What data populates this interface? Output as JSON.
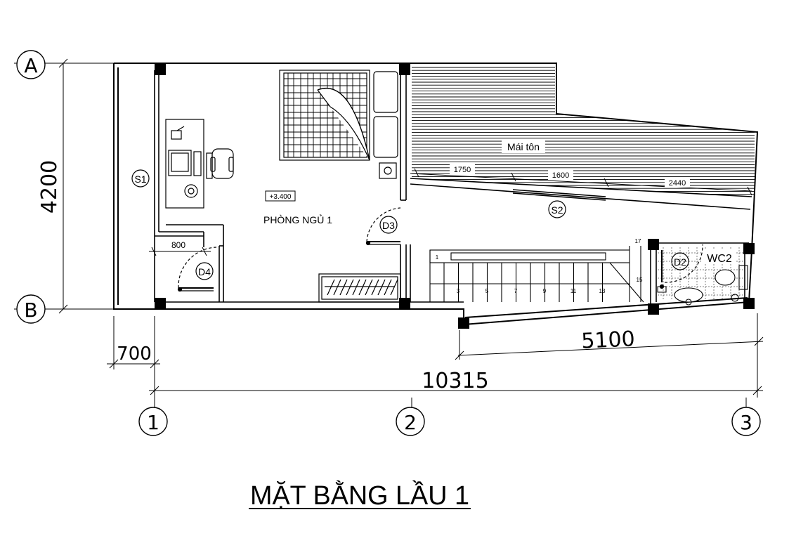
{
  "title": "MẶT BẰNG LẦU 1",
  "grid": {
    "rows": [
      "A",
      "B"
    ],
    "cols": [
      "1",
      "2",
      "3"
    ]
  },
  "dimensions": {
    "height_total": "4200",
    "overhang": "700",
    "length_total": "10315",
    "rear_width": "5100",
    "roof_seg1": "1750",
    "roof_seg2": "1600",
    "roof_seg3": "2440",
    "door_width": "800"
  },
  "rooms": {
    "bedroom": "PHÒNG NGỦ 1",
    "roof": "Mái tôn",
    "wc": "WC2"
  },
  "level_mark": "+3.400",
  "tags": {
    "s1": "S1",
    "s2": "S2",
    "d2": "D2",
    "d3": "D3",
    "d4": "D4"
  },
  "stairs": {
    "steps_bottom": [
      "3",
      "5",
      "7",
      "9",
      "11",
      "13"
    ],
    "step_start": "1",
    "step_15": "15",
    "step_17": "17"
  },
  "colors": {
    "line": "#000000",
    "background": "#ffffff"
  }
}
